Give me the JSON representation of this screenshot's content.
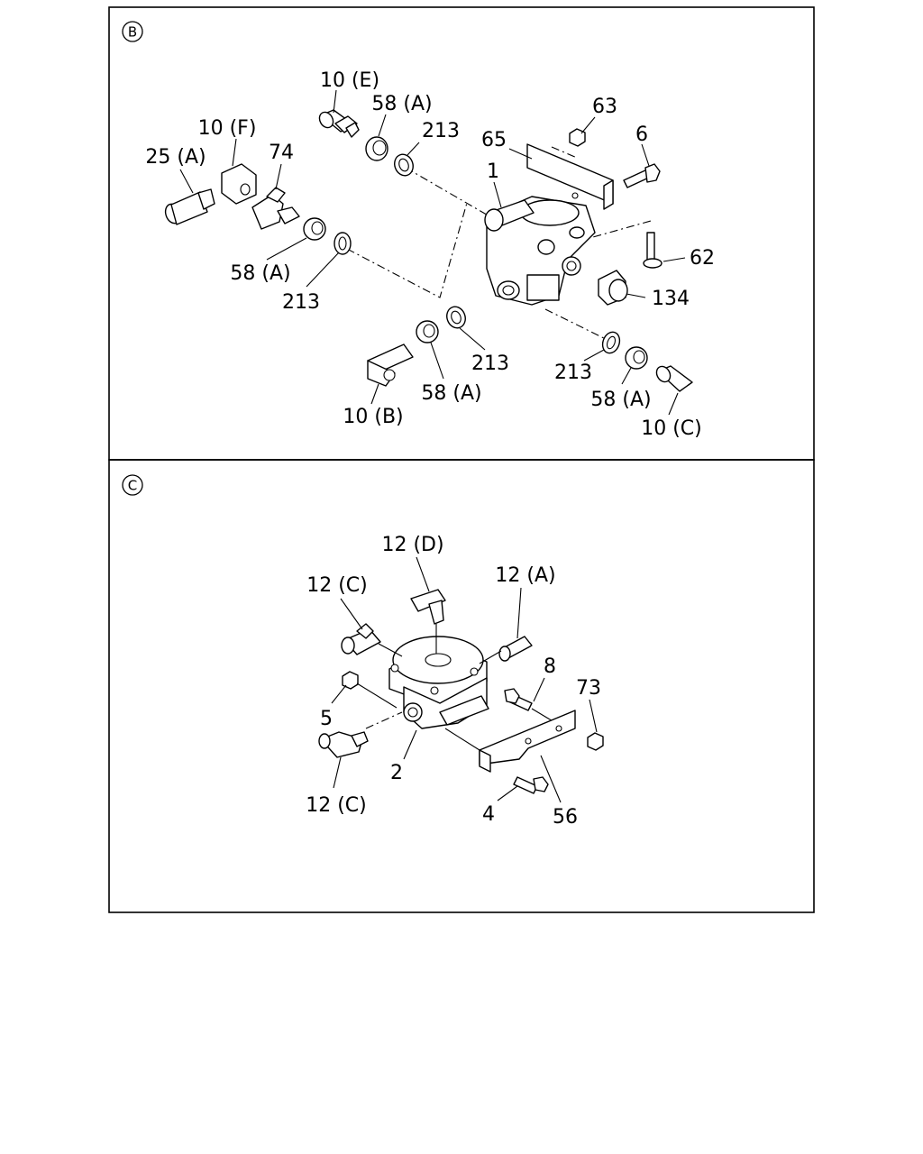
{
  "panel_b": {
    "view_letter": "B",
    "callouts": {
      "p10e": "10 (E)",
      "p58a_top": "58 (A)",
      "p213_top": "213",
      "p63": "63",
      "p65": "65",
      "p6": "6",
      "p10f": "10 (F)",
      "p74": "74",
      "p25a": "25 (A)",
      "p1": "1",
      "p62": "62",
      "p134": "134",
      "p58a_left": "58 (A)",
      "p213_left": "213",
      "p213_mid": "213",
      "p58a_mid": "58 (A)",
      "p10b": "10 (B)",
      "p213_right": "213",
      "p58a_right": "58 (A)",
      "p10c": "10 (C)"
    }
  },
  "panel_c": {
    "view_letter": "C",
    "callouts": {
      "p12d": "12 (D)",
      "p12c_top": "12 (C)",
      "p12a": "12 (A)",
      "p8": "8",
      "p73": "73",
      "p5": "5",
      "p2": "2",
      "p12c_bottom": "12 (C)",
      "p4": "4",
      "p56": "56"
    }
  }
}
